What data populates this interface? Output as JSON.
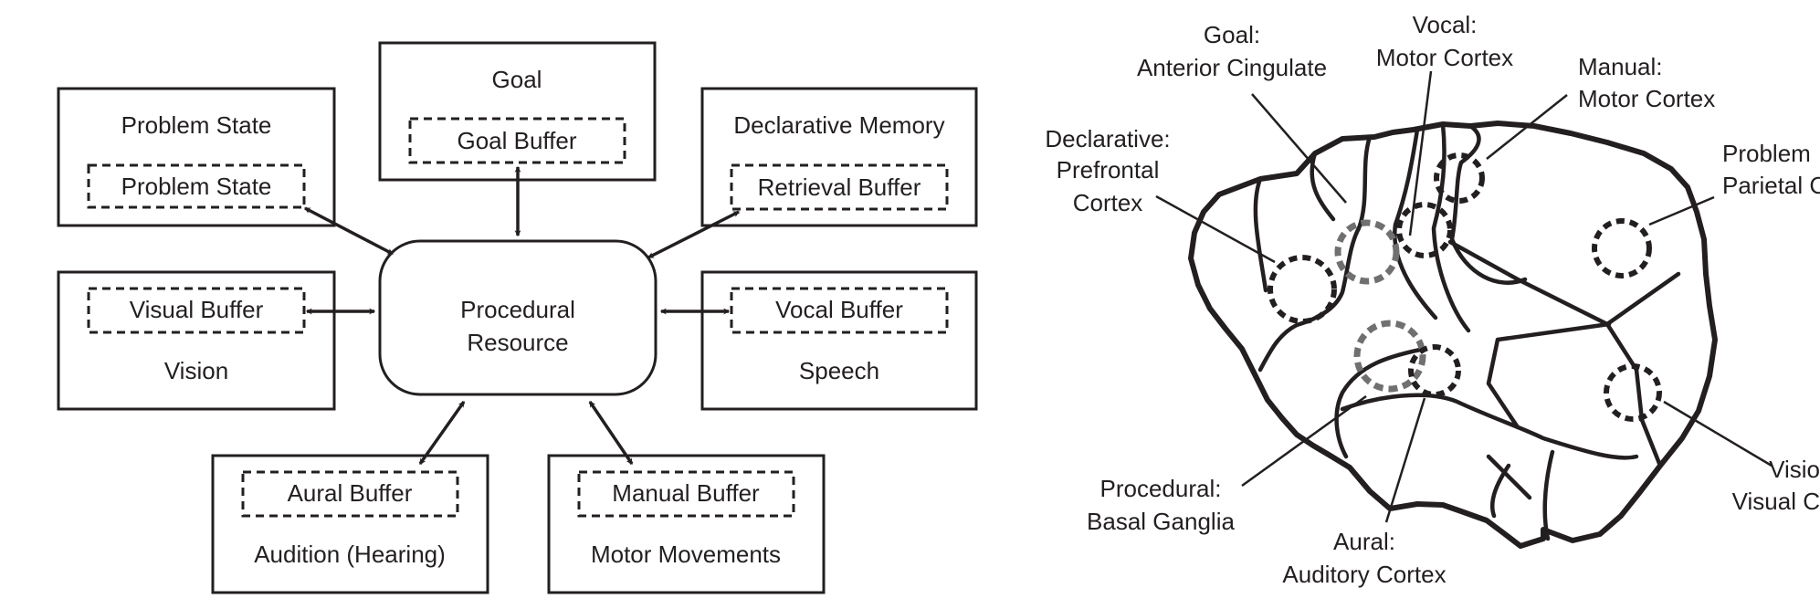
{
  "architecture": {
    "problem_state": {
      "title": "Problem State",
      "buffer": "Problem State"
    },
    "goal": {
      "title": "Goal",
      "buffer": "Goal Buffer"
    },
    "declarative": {
      "title": "Declarative Memory",
      "buffer": "Retrieval Buffer"
    },
    "vision": {
      "title": "Vision",
      "buffer": "Visual Buffer"
    },
    "procedural": {
      "line1": "Procedural",
      "line2": "Resource"
    },
    "speech": {
      "title": "Speech",
      "buffer": "Vocal Buffer"
    },
    "audition": {
      "title": "Audition (Hearing)",
      "buffer": "Aural Buffer"
    },
    "motor": {
      "title": "Motor Movements",
      "buffer": "Manual Buffer"
    }
  },
  "brain_labels": {
    "goal": {
      "line1": "Goal:",
      "line2": "Anterior Cingulate"
    },
    "vocal": {
      "line1": "Vocal:",
      "line2": "Motor Cortex"
    },
    "manual": {
      "line1": "Manual:",
      "line2": "Motor Cortex"
    },
    "declarative": {
      "line1": "Declarative:",
      "line2": "Prefrontal",
      "line3": "Cortex"
    },
    "problem": {
      "line1": "Problem",
      "line2": "Parietal C"
    },
    "visual": {
      "line1": "Visio",
      "line2": "Visual C"
    },
    "procedural": {
      "line1": "Procedural:",
      "line2": "Basal Ganglia"
    },
    "aural": {
      "line1": "Aural:",
      "line2": "Auditory Cortex"
    }
  }
}
